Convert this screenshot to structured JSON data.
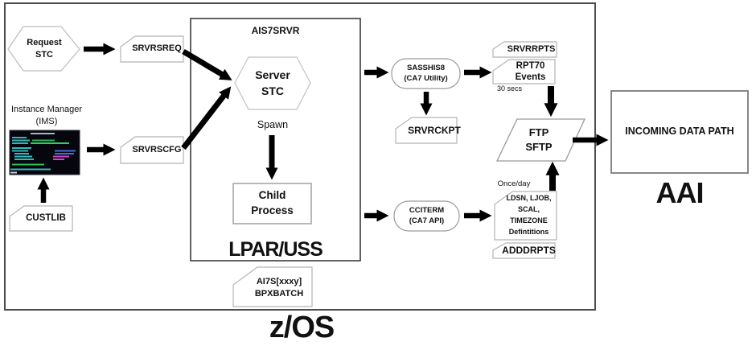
{
  "title": "AIS7SRVR z/OS data flow diagram",
  "colors": {
    "arrow": "#000000",
    "outer_border": "#4d4d4d",
    "inner_border": "#3a3a3a",
    "card_border": "#b5b5b5",
    "terminal_bg": "#06060f",
    "terminal_green": "#2fae60",
    "terminal_cyan": "#35b8b8",
    "terminal_magenta": "#c848c8",
    "terminal_blue": "#4a6ad8",
    "terminal_white": "#d0d0d0"
  },
  "nodes": {
    "request_stc": [
      "Request",
      "STC"
    ],
    "srvrsreq": "SRVRSREQ",
    "instance_manager": [
      "Instance Manager",
      "(IMS)"
    ],
    "srvrscfg": "SRVRSCFG",
    "custlib": "CUSTLIB",
    "ais7srvr": "AIS7SRVR",
    "server_stc": [
      "Server",
      "STC"
    ],
    "spawn": "Spawn",
    "child_process": [
      "Child",
      "Process"
    ],
    "lpar_uss": "LPAR/USS",
    "bpxbatch": [
      "AI7S[xxxy]",
      "BPXBATCH"
    ],
    "sasshis8": [
      "SASSHIS8",
      "(CA7 Utility)"
    ],
    "srvrrpts": "SRVRRPTS",
    "rpt70_events": [
      "RPT70",
      "Events"
    ],
    "interval_30secs": "30 secs",
    "srvrckpt": "SRVRCKPT",
    "cciterm": [
      "CCITERM",
      "(CA7 API)"
    ],
    "once_day": "Once/day",
    "ldsn_defs": [
      "LDSN, LJOB,",
      "SCAL,",
      "TIMEZONE",
      "Defintitions"
    ],
    "adddrpts": "ADDDRPTS",
    "ftp_sftp": [
      "FTP",
      "SFTP"
    ],
    "incoming_data_path": "INCOMING DATA PATH",
    "aai": "AAI",
    "zos": "z/OS"
  }
}
